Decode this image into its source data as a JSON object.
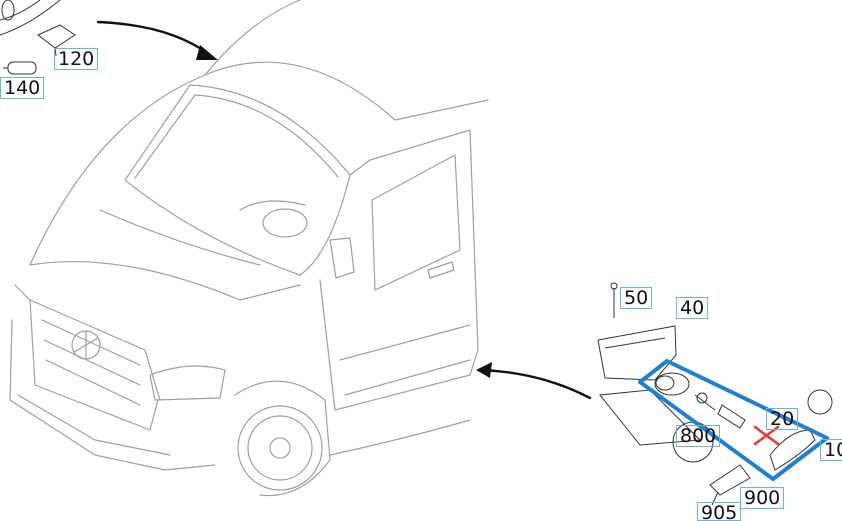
{
  "callouts": {
    "c120": "120",
    "c140": "140",
    "c50": "50",
    "c40": "40",
    "c800": "800",
    "c20": "20",
    "c10": "10",
    "c900": "900",
    "c905": "905"
  },
  "colors": {
    "line": "#9aa0a6",
    "arrow": "#111111",
    "highlight": "#1f7fd0",
    "strike": "#e53935",
    "callout_border": "#6fb3d8"
  }
}
